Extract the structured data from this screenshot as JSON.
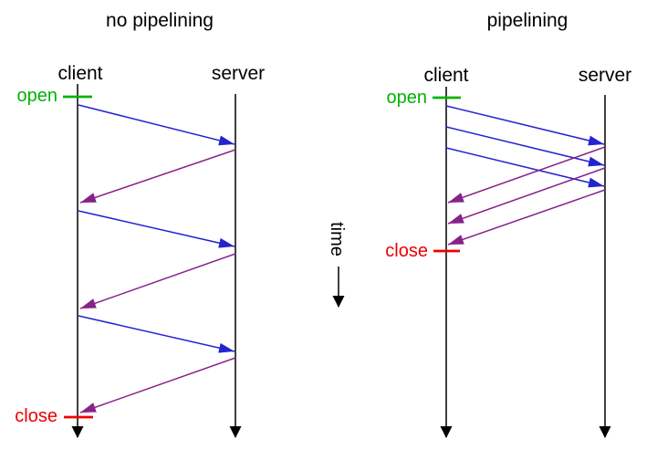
{
  "colors": {
    "request_arrow": "#2323cf",
    "response_arrow": "#882288",
    "open": "#00b300",
    "close": "#ee0000",
    "lifeline": "#000000",
    "text": "#000000",
    "background": "#ffffff"
  },
  "left_diagram": {
    "title": "no pipelining",
    "client_label": "client",
    "server_label": "server",
    "open_label": "open",
    "close_label": "close"
  },
  "right_diagram": {
    "title": "pipelining",
    "client_label": "client",
    "server_label": "server",
    "open_label": "open",
    "close_label": "close"
  },
  "time_axis": {
    "label": "time"
  }
}
